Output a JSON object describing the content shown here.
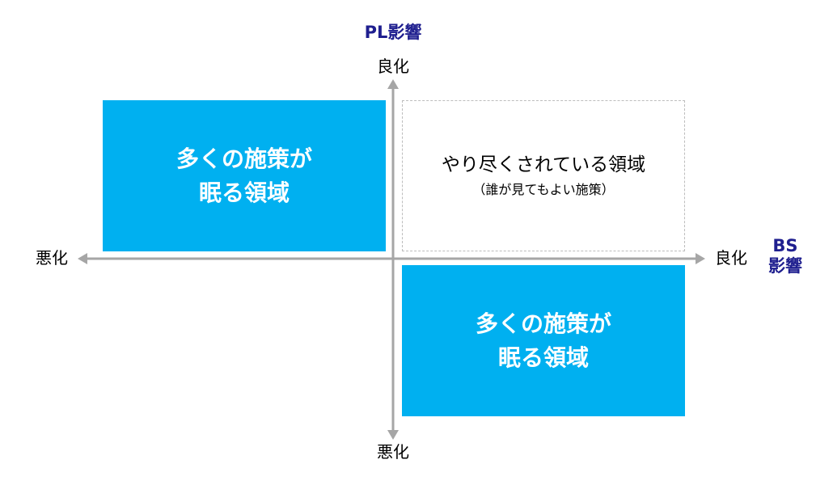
{
  "colors": {
    "fill": "#00b0f0",
    "axis": "#a6a6a6",
    "title": "#1f1f8f",
    "outline": "#bdbdbd"
  },
  "pl_axis": {
    "title": "PL影響",
    "top_label": "良化",
    "bottom_label": "悪化"
  },
  "bs_axis": {
    "title_line1": "BS",
    "title_line2": "影響",
    "left_label": "悪化",
    "right_label": "良化"
  },
  "quadrants": {
    "top_left": {
      "line1": "多くの施策が",
      "line2": "眠る領域"
    },
    "top_right": {
      "main": "やり尽くされている領域",
      "sub": "（誰が見てもよい施策）"
    },
    "bottom_right": {
      "line1": "多くの施策が",
      "line2": "眠る領域"
    }
  }
}
